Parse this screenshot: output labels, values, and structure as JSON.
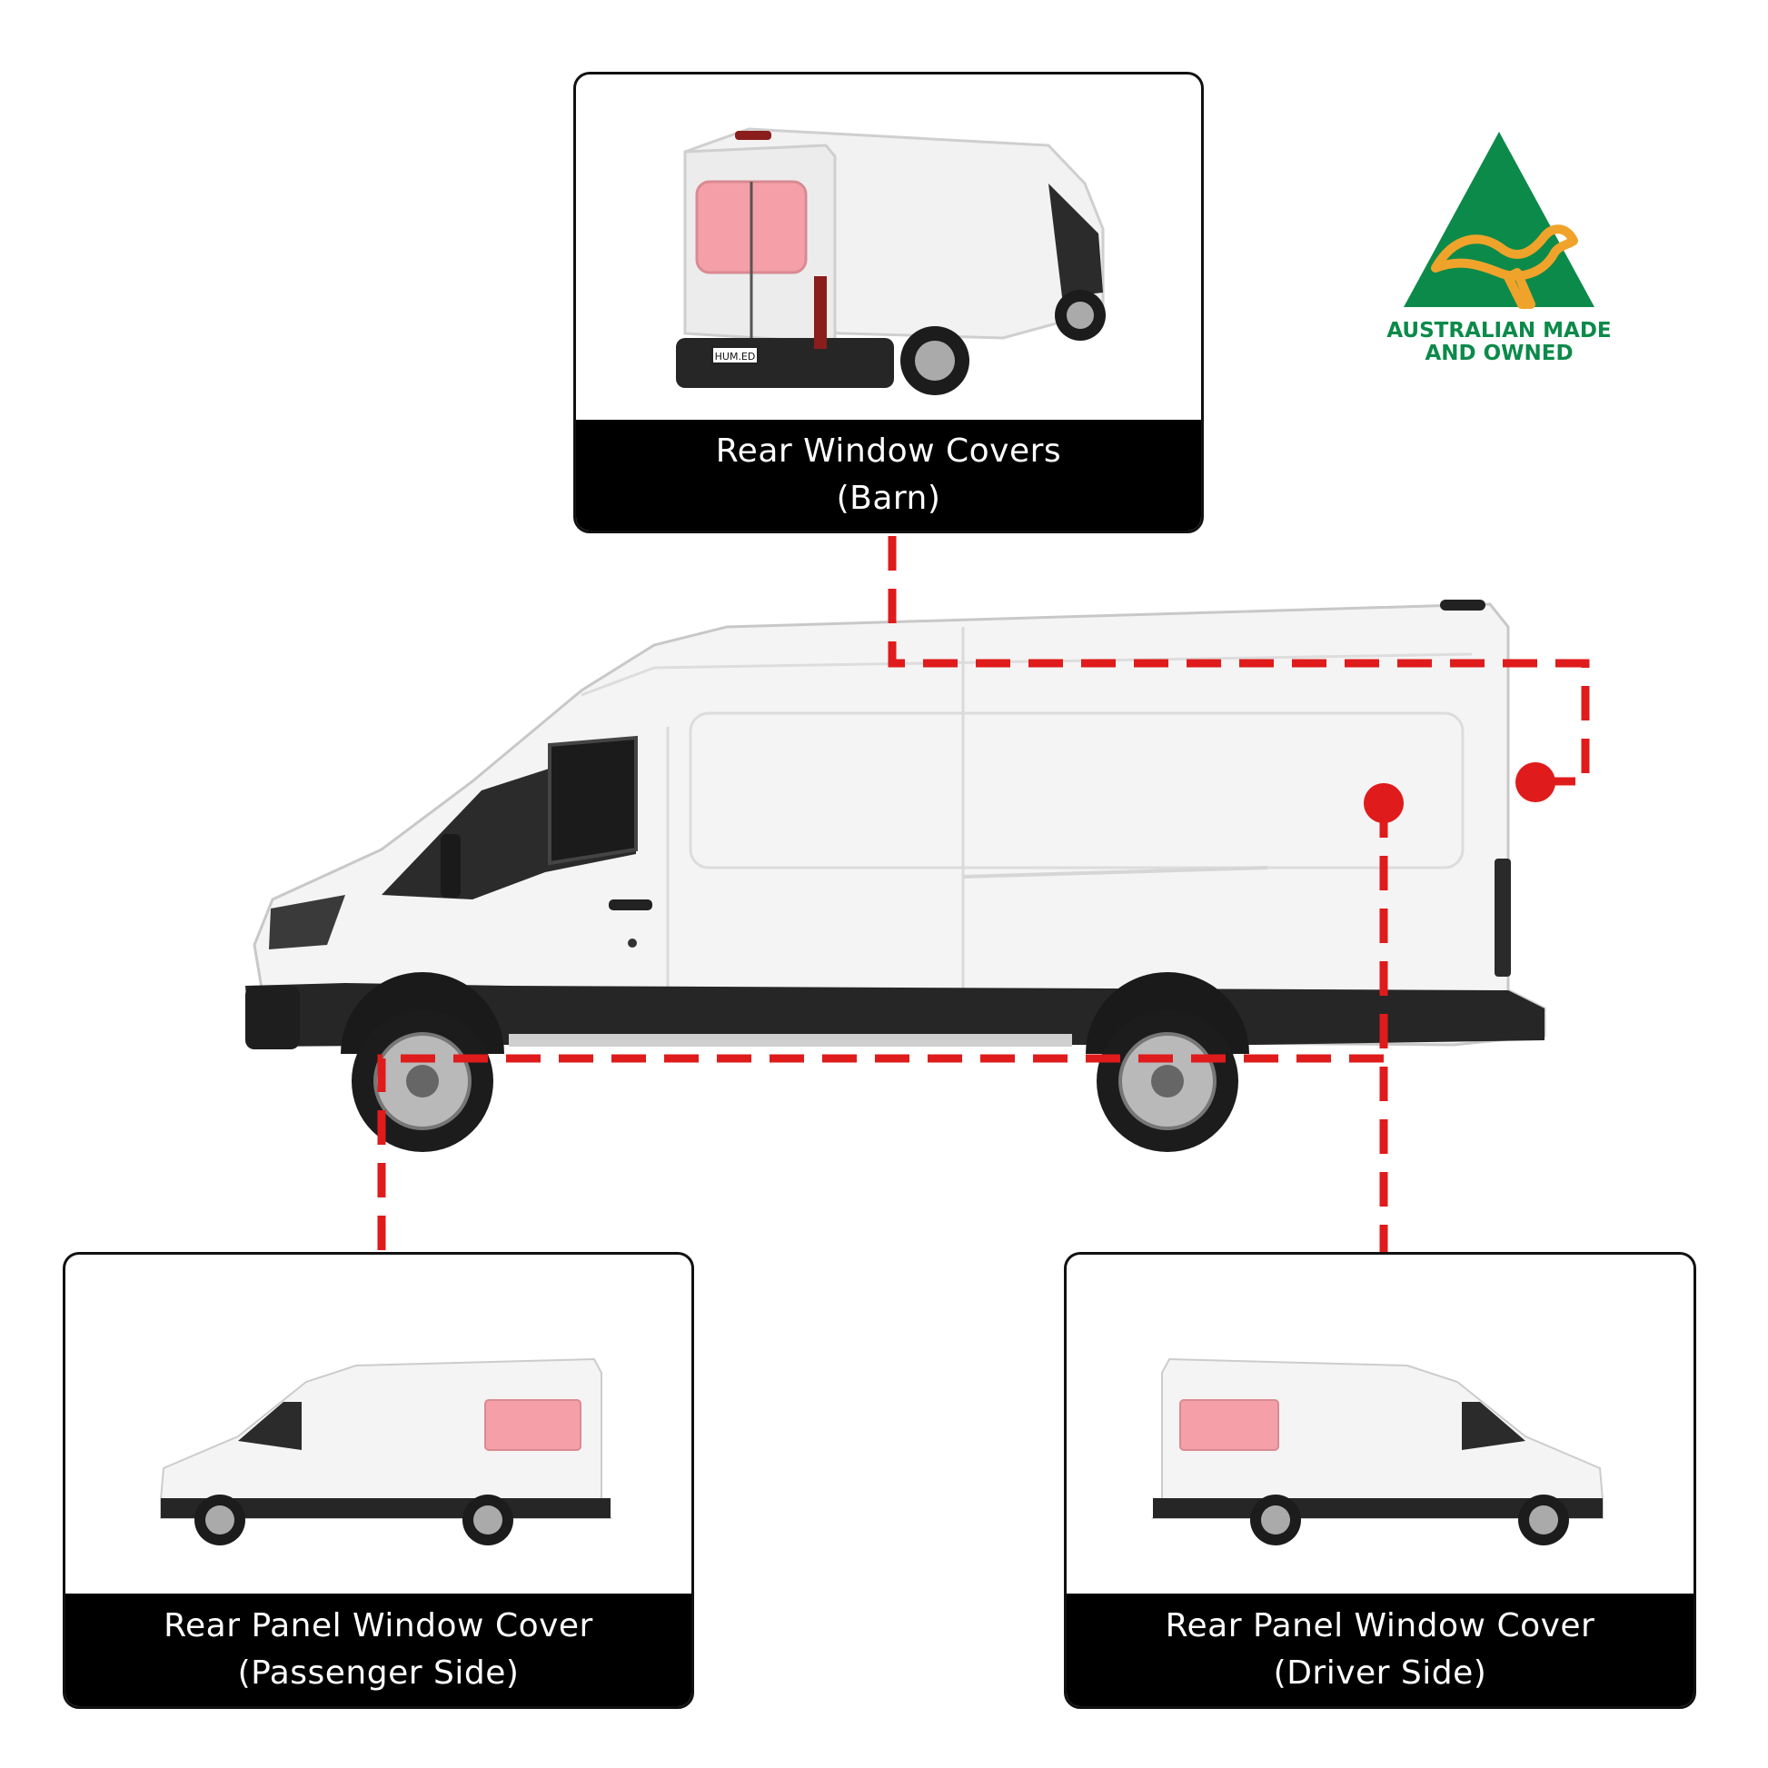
{
  "callouts": {
    "rear_barn": {
      "line1": "Rear Window Covers",
      "line2": "(Barn)"
    },
    "passenger_side": {
      "line1": "Rear Panel Window Cover",
      "line2": "(Passenger Side)"
    },
    "driver_side": {
      "line1": "Rear Panel Window Cover",
      "line2": "(Driver Side)"
    }
  },
  "badge": {
    "line1": "AUSTRALIAN MADE",
    "line2": "AND OWNED"
  },
  "van_plate": "HUM.ED",
  "colors": {
    "connector": "#e01b1b",
    "highlight": "#f5a0a8",
    "badge_green": "#0c8a4a",
    "badge_gold": "#f0a32a",
    "caption_bg": "#000000"
  }
}
